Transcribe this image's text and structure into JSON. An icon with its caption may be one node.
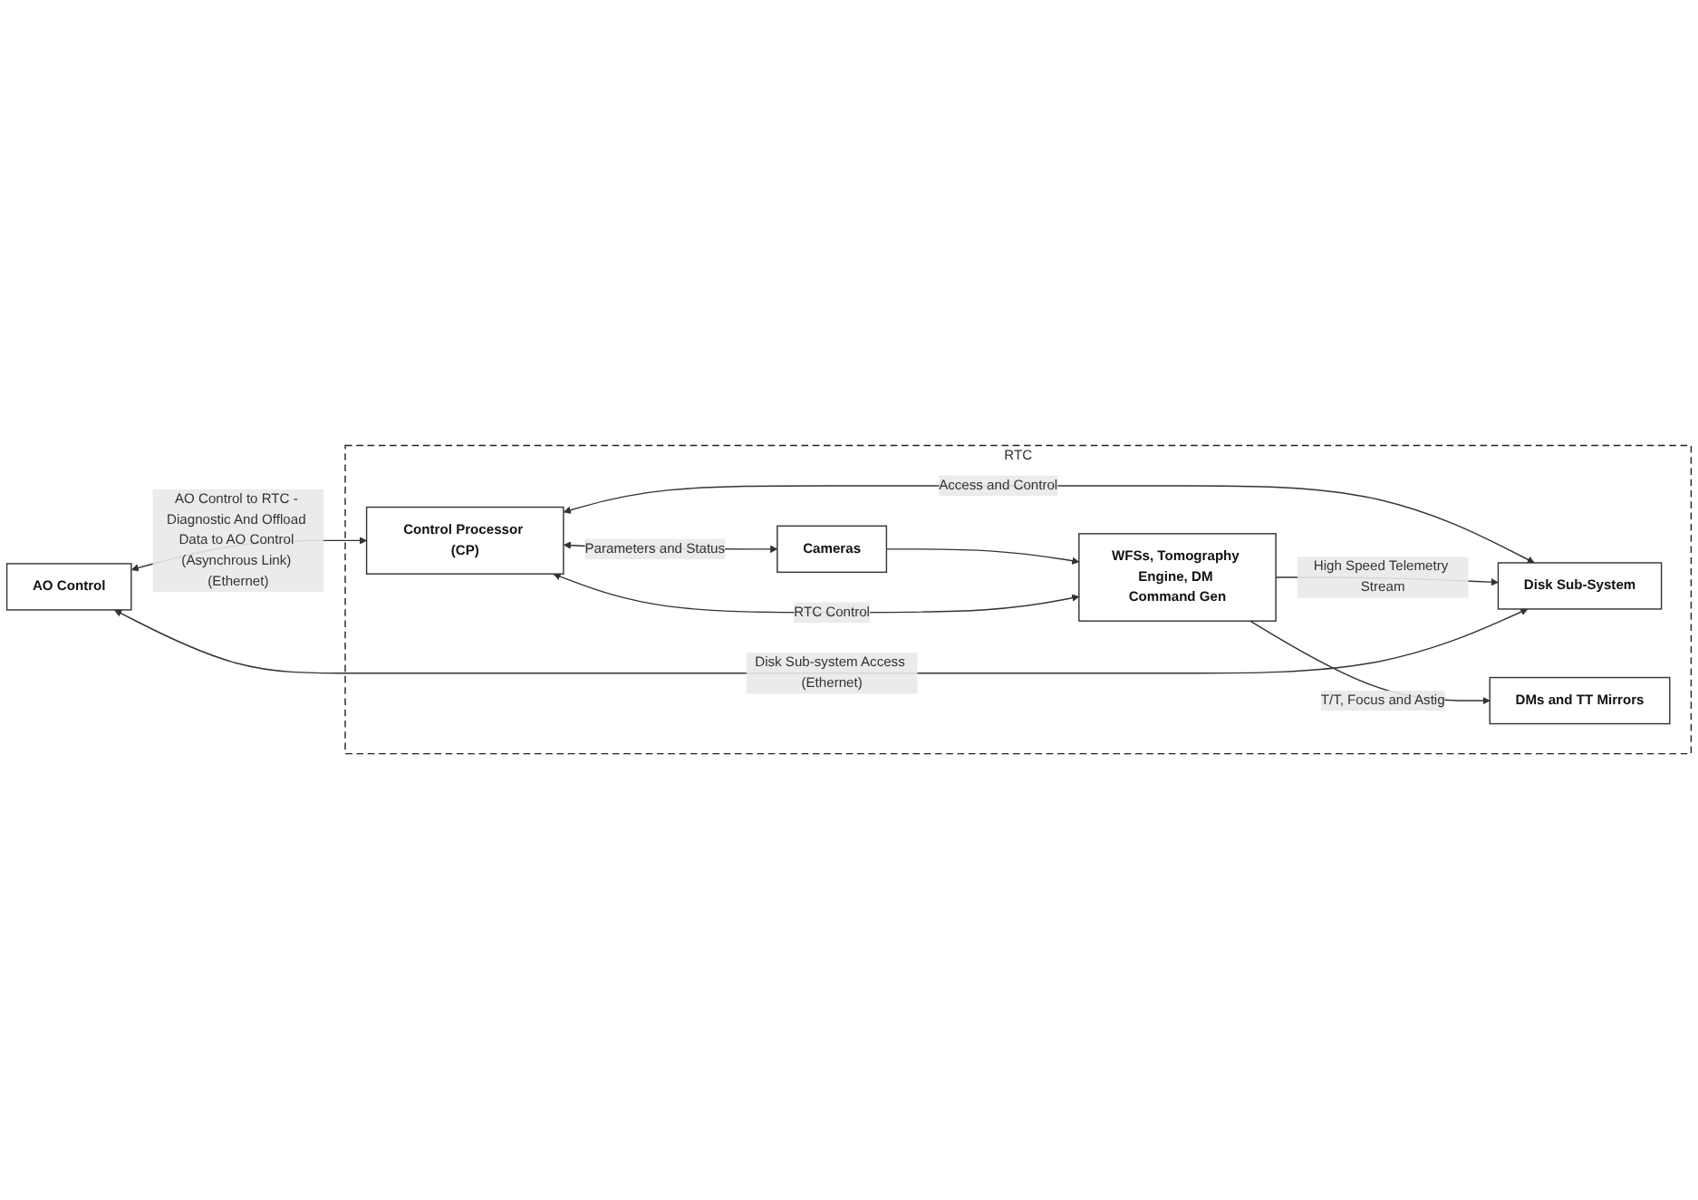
{
  "diagram": {
    "nodes": [
      {
        "text": [
          "AO Control"
        ]
      },
      {
        "text": [
          "RTC"
        ]
      },
      {
        "text": [
          "Control Processor (CP)"
        ],
        "in": 1
      },
      {
        "text": [
          "Cameras"
        ],
        "in": 1
      },
      {
        "text": [
          "WFSs, Tomography Engine, DM Command Gen"
        ],
        "in": 1
      },
      {
        "text": [
          "Disk Sub-System"
        ],
        "in": 1
      },
      {
        "text": [
          "DMs and TT Mirrors"
        ],
        "in": 1
      }
    ],
    "edges": [
      {
        "from": 0,
        "to": 2,
        "arrow": "both",
        "label": "AO Control to RTC - Diagnostic And Offload Data to AO Control (Asynchrous Link) (Ethernet)"
      },
      {
        "from": 2,
        "to": 3,
        "arrow": "both",
        "label": "Parameters and Status"
      },
      {
        "from": 3,
        "to": 4,
        "arrow": "to"
      },
      {
        "from": 2,
        "to": 4,
        "arrow": "both",
        "label": "RTC Control"
      },
      {
        "from": 2,
        "to": 5,
        "arrow": "both",
        "label": "Access and Control"
      },
      {
        "from": 4,
        "to": 5,
        "arrow": "to",
        "label": "High Speed Telemetry Stream"
      },
      {
        "from": 4,
        "to": 6,
        "arrow": "to",
        "label": "T/T, Focus and Astig"
      },
      {
        "from": 0,
        "to": 5,
        "arrow": "both",
        "label": "Disk Sub-system Access (Ethernet)"
      }
    ]
  }
}
